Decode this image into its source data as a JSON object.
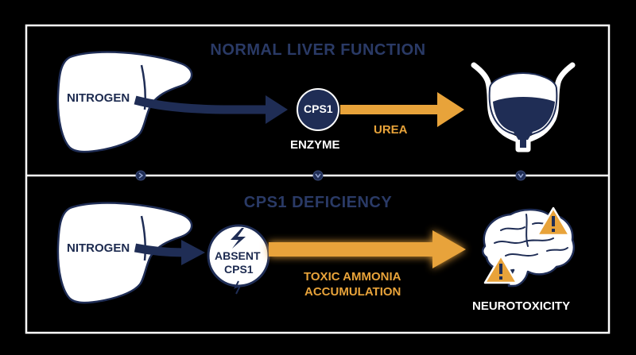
{
  "colors": {
    "background": "#000000",
    "frame": "#ffffff",
    "navy": "#1f2d55",
    "header": "#2a3a66",
    "orange": "#e8a33a",
    "liver_fill": "#ffffff",
    "warning": "#e8a33a"
  },
  "top_panel": {
    "title": "NORMAL LIVER FUNCTION",
    "liver_label": "NITROGEN",
    "enzyme_circle": "CPS1",
    "enzyme_caption": "ENZYME",
    "product_label": "UREA",
    "icons": [
      "liver-icon",
      "bladder-icon"
    ]
  },
  "bottom_panel": {
    "title": "CPS1 DEFICIENCY",
    "liver_label": "NITROGEN",
    "absent_line1": "ABSENT",
    "absent_line2": "CPS1",
    "toxic_line1": "TOXIC AMMONIA",
    "toxic_line2": "ACCUMULATION",
    "outcome_label": "NEUROTOXICITY",
    "icons": [
      "liver-icon",
      "lightning-icon",
      "brain-icon",
      "warning-icon"
    ]
  }
}
